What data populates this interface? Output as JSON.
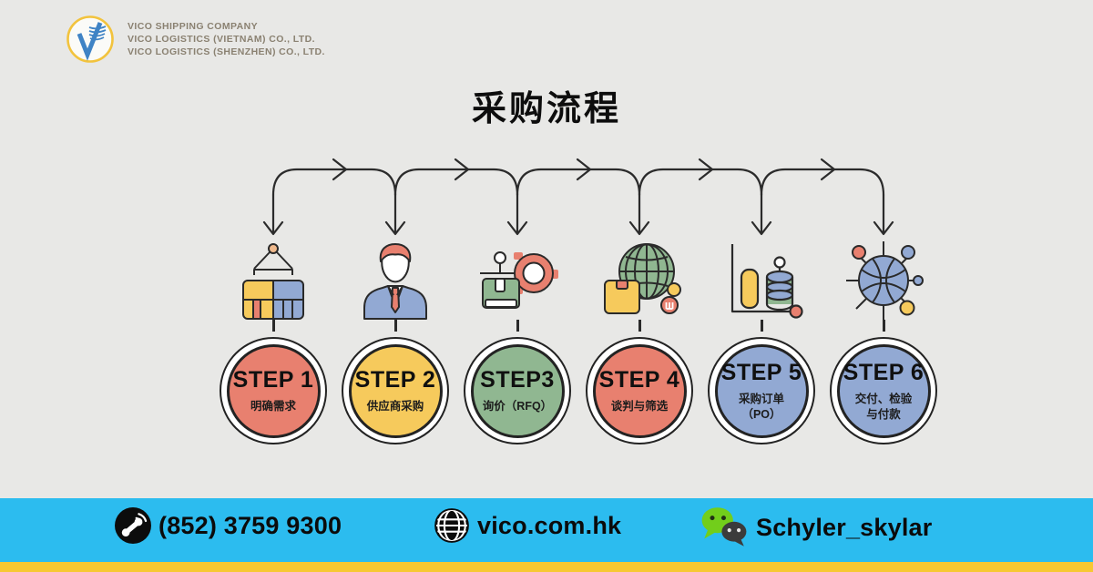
{
  "header": {
    "company_lines": [
      "VICO SHIPPING COMPANY",
      "VICO LOGISTICS (VIETNAM) CO., LTD.",
      "VICO LOGISTICS (SHENZHEN) CO., LTD."
    ]
  },
  "title": "采购流程",
  "steps": [
    {
      "label": "STEP 1",
      "sublabel": "明确需求",
      "color": "#E8806F",
      "icon": "cargo-hoist-icon"
    },
    {
      "label": "STEP 2",
      "sublabel": "供应商采购",
      "color": "#F6CA5C",
      "icon": "businessman-icon"
    },
    {
      "label": "STEP3",
      "sublabel": "询价（RFQ）",
      "color": "#90B791",
      "icon": "stamp-gear-icon"
    },
    {
      "label": "STEP 4",
      "sublabel": "谈判与筛选",
      "color": "#E8806F",
      "icon": "globe-package-icon"
    },
    {
      "label": "STEP 5",
      "sublabel": "采购订单\n（PO）",
      "color": "#92A9D3",
      "icon": "chart-database-icon"
    },
    {
      "label": "STEP 6",
      "sublabel": "交付、检验\n与付款",
      "color": "#92A9D3",
      "icon": "network-globe-icon"
    }
  ],
  "footer": {
    "phone": "(852) 3759 9300",
    "website": "vico.com.hk",
    "wechat": "Schyler_skylar",
    "bar_color": "#2CBCEF",
    "strip_color": "#F7C832"
  },
  "colors": {
    "background": "#E8E8E6",
    "outline": "#2a2a2a",
    "logo_ring": "#F2C33D",
    "logo_mark": "#3F83C5",
    "wechat_green": "#72CE1B"
  }
}
